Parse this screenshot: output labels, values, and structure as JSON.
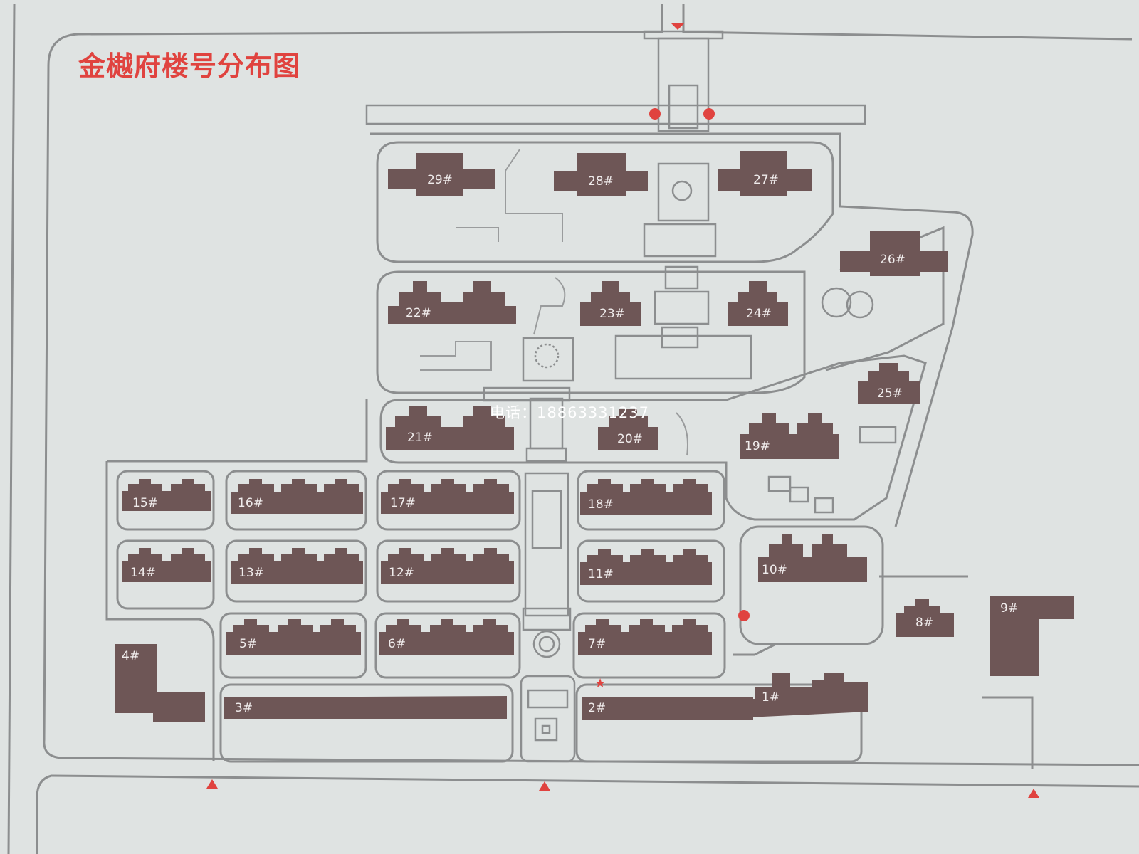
{
  "title": "金樾府楼号分布图",
  "phone": "电话：18863331237",
  "colors": {
    "title": "#e0433f",
    "building": "#6e5656",
    "road": "#8c8e8f",
    "background": "#dfe3e2",
    "marker": "#e0433f"
  },
  "buildings": [
    {
      "id": "b29",
      "label": "29#"
    },
    {
      "id": "b28",
      "label": "28#"
    },
    {
      "id": "b27",
      "label": "27#"
    },
    {
      "id": "b26",
      "label": "26#"
    },
    {
      "id": "b22",
      "label": "22#"
    },
    {
      "id": "b23",
      "label": "23#"
    },
    {
      "id": "b24",
      "label": "24#"
    },
    {
      "id": "b25",
      "label": "25#"
    },
    {
      "id": "b21",
      "label": "21#"
    },
    {
      "id": "b20",
      "label": "20#"
    },
    {
      "id": "b19",
      "label": "19#"
    },
    {
      "id": "b15",
      "label": "15#"
    },
    {
      "id": "b16",
      "label": "16#"
    },
    {
      "id": "b17",
      "label": "17#"
    },
    {
      "id": "b18",
      "label": "18#"
    },
    {
      "id": "b14",
      "label": "14#"
    },
    {
      "id": "b13",
      "label": "13#"
    },
    {
      "id": "b12",
      "label": "12#"
    },
    {
      "id": "b11",
      "label": "11#"
    },
    {
      "id": "b10",
      "label": "10#"
    },
    {
      "id": "b5",
      "label": "5#"
    },
    {
      "id": "b6",
      "label": "6#"
    },
    {
      "id": "b7",
      "label": "7#"
    },
    {
      "id": "b8",
      "label": "8#"
    },
    {
      "id": "b9",
      "label": "9#"
    },
    {
      "id": "b4",
      "label": "4#"
    },
    {
      "id": "b3",
      "label": "3#"
    },
    {
      "id": "b2",
      "label": "2#"
    },
    {
      "id": "b1",
      "label": "1#"
    }
  ],
  "icons": {
    "entrance": "entrance-triangle-icon",
    "marker": "location-dot-icon",
    "star": "star-icon"
  }
}
